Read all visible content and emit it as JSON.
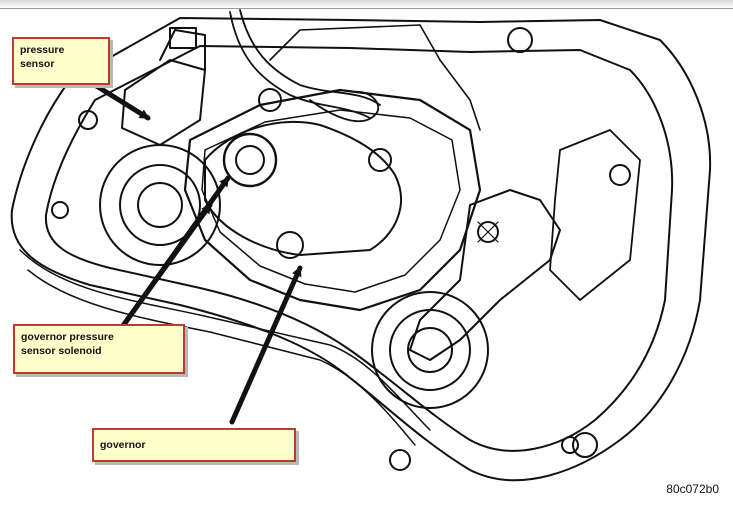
{
  "callouts": {
    "pressure_sensor": "pressure\nsensor",
    "governor_pressure_sensor_solenoid": "governor pressure\nsensor solenoid",
    "governor": "governor"
  },
  "figure_code": "80c072b0",
  "colors": {
    "callout_bg": "#ffffcc",
    "callout_border": "#c0392b",
    "line": "#111111"
  }
}
